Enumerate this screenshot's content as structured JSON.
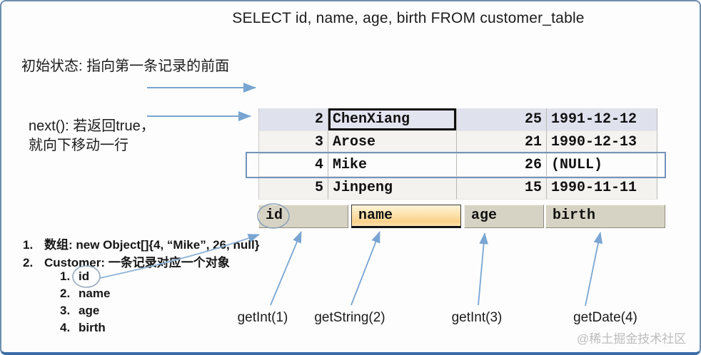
{
  "title": "SELECT id, name, age, birth FROM customer_table",
  "labels": {
    "initial_state": "初始状态: 指向第一条记录的前面",
    "next_method_line1": "next(): 若返回true，",
    "next_method_line2": "就向下移动一行",
    "watermark": "@稀土掘金技术社区"
  },
  "result_grid": {
    "columns": [
      "id",
      "name",
      "age",
      "birth"
    ],
    "rows": [
      {
        "id": "2",
        "name": "ChenXiang",
        "age": "25",
        "birth": "1991-12-12"
      },
      {
        "id": "3",
        "name": "Arose",
        "age": "21",
        "birth": "1990-12-13"
      },
      {
        "id": "4",
        "name": "Mike",
        "age": "26",
        "birth": "(NULL)"
      },
      {
        "id": "5",
        "name": "Jinpeng",
        "age": "15",
        "birth": "1990-11-11"
      }
    ],
    "selected_cell": "ChenXiang",
    "boxed_row": "4 Mike 26 (NULL)"
  },
  "notes": [
    {
      "num": "1.",
      "text": "数组: new Object[]{4, “Mike”, 26, null}"
    },
    {
      "num": "2.",
      "text": "Customer: 一条记录对应一个对象"
    }
  ],
  "customer_fields": [
    {
      "num": "1.",
      "label": "id"
    },
    {
      "num": "2.",
      "label": "name"
    },
    {
      "num": "3.",
      "label": "age"
    },
    {
      "num": "4.",
      "label": "birth"
    }
  ],
  "getters": [
    "getInt(1)",
    "getString(2)",
    "getInt(3)",
    "getDate(4)"
  ],
  "colors": {
    "arrow_blue": "#79a5d2",
    "row_box_border": "#7593b8",
    "selected_row_bg": "#dfe2ed",
    "column_highlight": "#f9d28c",
    "header_tan": "#d7d3c4",
    "selected_cell_border": "#0e0e0e",
    "canvas_border": "#3a6da8",
    "watermark_gray": "#bcbcbc"
  }
}
